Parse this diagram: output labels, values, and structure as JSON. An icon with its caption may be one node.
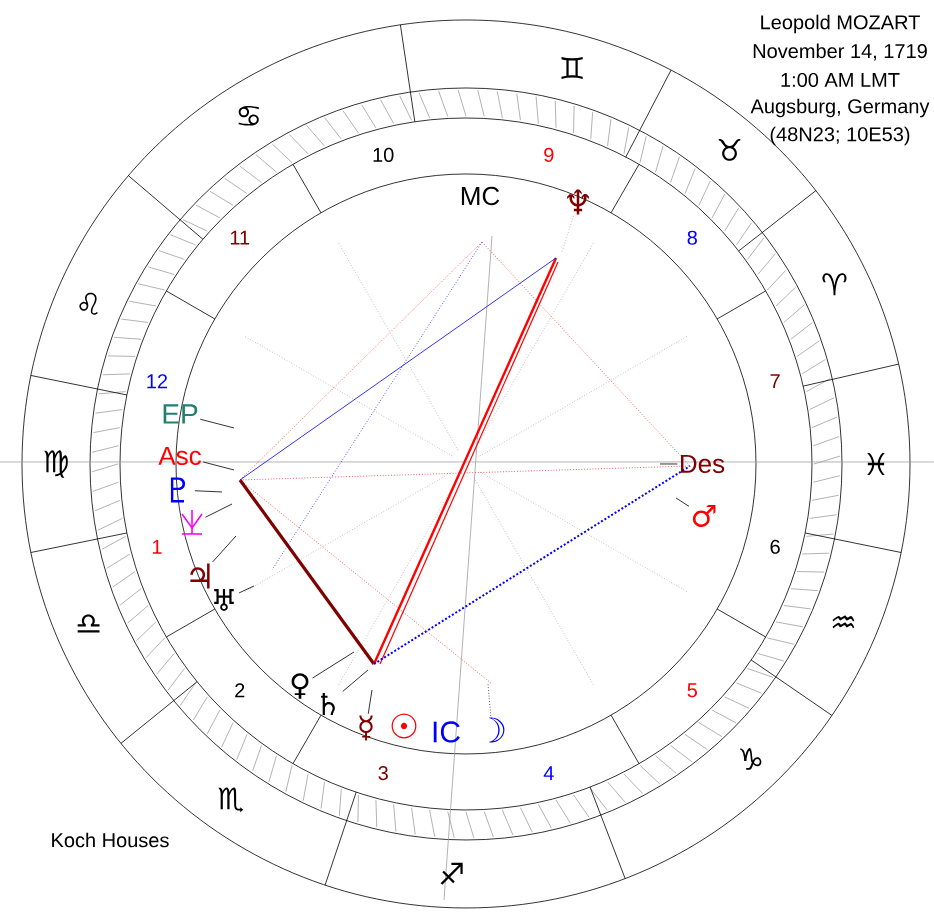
{
  "diagram": {
    "nodes": [
      {
        "text": [
          "EP"
        ]
      },
      {
        "text": [
          "Asc"
        ]
      },
      {
        "text": [
          "♇"
        ]
      },
      {
        "text": [],
        "shape": "symbol"
      },
      {
        "text": [
          "♃"
        ]
      },
      {
        "text": [
          "♅"
        ]
      },
      {
        "text": [
          "♀"
        ]
      },
      {
        "text": [
          "♄"
        ]
      },
      {
        "text": [
          "☿"
        ]
      },
      {
        "text": [
          "☉"
        ]
      },
      {
        "text": [
          "IC"
        ]
      },
      {
        "text": [
          "☽"
        ]
      },
      {
        "text": [
          "Des"
        ]
      },
      {
        "text": [
          "♂"
        ]
      },
      {
        "text": [
          "MC"
        ]
      },
      {
        "text": [
          "♆"
        ]
      }
    ],
    "edges": [
      {
        "from": 0,
        "to": null,
        "arrow": "none"
      },
      {
        "from": 1,
        "to": null,
        "arrow": "none"
      },
      {
        "from": 2,
        "to": null,
        "arrow": "none"
      },
      {
        "from": 3,
        "to": null,
        "arrow": "none"
      },
      {
        "from": 4,
        "to": null,
        "arrow": "none"
      },
      {
        "from": 5,
        "to": null,
        "arrow": "none"
      },
      {
        "from": 6,
        "to": null,
        "arrow": "none"
      },
      {
        "from": 7,
        "to": null,
        "arrow": "none"
      },
      {
        "from": 8,
        "to": null,
        "arrow": "none"
      },
      {
        "from": 11,
        "to": null,
        "arrow": "none",
        "style": "dashed"
      },
      {
        "from": 12,
        "to": null,
        "arrow": "none"
      },
      {
        "from": 13,
        "to": null,
        "arrow": "none"
      },
      {
        "from": 15,
        "to": null,
        "arrow": "none",
        "style": "dashed",
        "color": "#a0a0a0"
      }
    ],
    "labels": [
      "Leopold MOZART",
      "November 14, 1719",
      "1:00 AM LMT",
      "Augsburg, Germany",
      "(48N23; 10E53)",
      "♈",
      "♉",
      "♊",
      "♋",
      "♌",
      "♍",
      "♎",
      "♏",
      "♐",
      "♑",
      "♒",
      "♓",
      "1",
      "2",
      "3",
      "4",
      "5",
      "6",
      "7",
      "8",
      "9",
      "10",
      "11",
      "12",
      "Koch Houses"
    ]
  }
}
